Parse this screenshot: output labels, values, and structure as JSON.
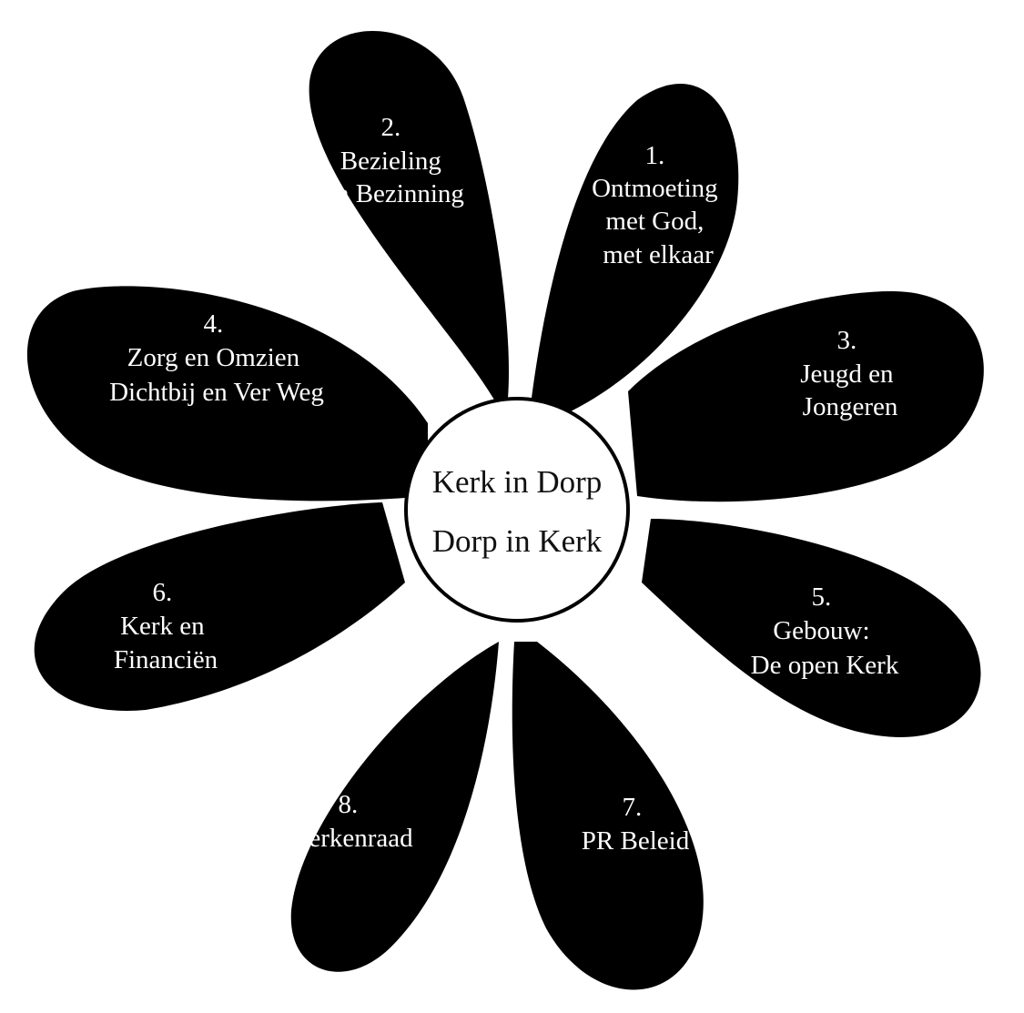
{
  "colors": {
    "petal": "#000000",
    "center": "#ffffff",
    "petal_text": "#ffffff",
    "center_text": "#111111",
    "background": "#ffffff"
  },
  "center": {
    "line1": "Kerk in Dorp",
    "line2": "Dorp in Kerk"
  },
  "petals": [
    {
      "lines": [
        "1.",
        "Ontmoeting",
        "met God,",
        "met elkaar"
      ]
    },
    {
      "lines": [
        "2.",
        "Bezieling",
        "en Bezinning"
      ]
    },
    {
      "lines": [
        "3.",
        "Jeugd en",
        "Jongeren"
      ]
    },
    {
      "lines": [
        "4.",
        "Zorg en Omzien",
        "Dichtbij en Ver Weg"
      ]
    },
    {
      "lines": [
        "5.",
        "Gebouw:",
        "De open Kerk"
      ]
    },
    {
      "lines": [
        "6.",
        "Kerk en",
        "Financiën"
      ]
    },
    {
      "lines": [
        "7.",
        "PR Beleid"
      ]
    },
    {
      "lines": [
        "8.",
        "Kerkenraad"
      ]
    }
  ]
}
